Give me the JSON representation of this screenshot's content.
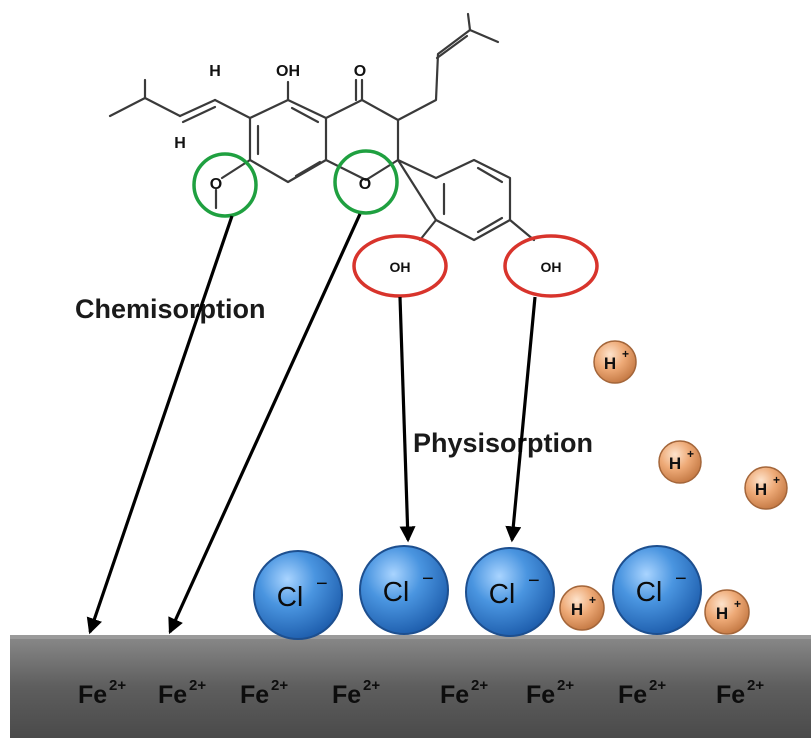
{
  "colors": {
    "surface_top": "#808080",
    "surface_bottom": "#474747",
    "chemisorption_ring": "#1fa040",
    "physisorption_ring": "#d8342c",
    "chloride_fill": "#3b86d6",
    "proton_fill": "#e8a673"
  },
  "molecule": {
    "hydroxyl_top": "OH",
    "carbonyl": "O",
    "hydrogen_upper": "H",
    "hydrogen_lower": "H",
    "ring_oxygen_left": "O",
    "ring_oxygen_right": "O",
    "phenol_oh_left": "OH",
    "phenol_oh_right": "OH"
  },
  "labels": {
    "chemisorption": "Chemisorption",
    "physisorption": "Physisorption"
  },
  "chloride_ions": [
    {
      "symbol": "Cl",
      "charge": "−"
    },
    {
      "symbol": "Cl",
      "charge": "−"
    },
    {
      "symbol": "Cl",
      "charge": "−"
    },
    {
      "symbol": "Cl",
      "charge": "−"
    }
  ],
  "protons": [
    {
      "symbol": "H",
      "charge": "+"
    },
    {
      "symbol": "H",
      "charge": "+"
    },
    {
      "symbol": "H",
      "charge": "+"
    },
    {
      "symbol": "H",
      "charge": "+"
    },
    {
      "symbol": "H",
      "charge": "+"
    }
  ],
  "metal_surface": {
    "ions": [
      {
        "symbol": "Fe",
        "charge": "2+"
      },
      {
        "symbol": "Fe",
        "charge": "2+"
      },
      {
        "symbol": "Fe",
        "charge": "2+"
      },
      {
        "symbol": "Fe",
        "charge": "2+"
      },
      {
        "symbol": "Fe",
        "charge": "2+"
      },
      {
        "symbol": "Fe",
        "charge": "2+"
      },
      {
        "symbol": "Fe",
        "charge": "2+"
      },
      {
        "symbol": "Fe",
        "charge": "2+"
      }
    ]
  }
}
